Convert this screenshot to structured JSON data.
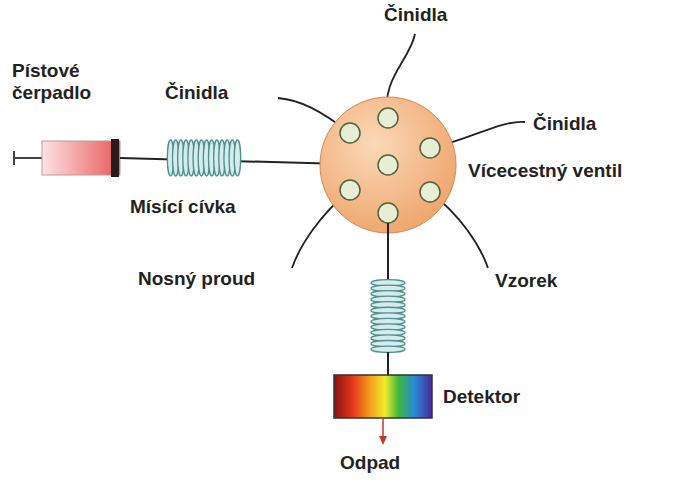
{
  "diagram": {
    "labels": [
      "Pístové čerpadlo",
      "Činidla",
      "Činidla",
      "Činidla",
      "Vícecestný ventil",
      "Mísící cívka",
      "Nosný proud",
      "Vzorek",
      "Detektor",
      "Odpad"
    ]
  }
}
